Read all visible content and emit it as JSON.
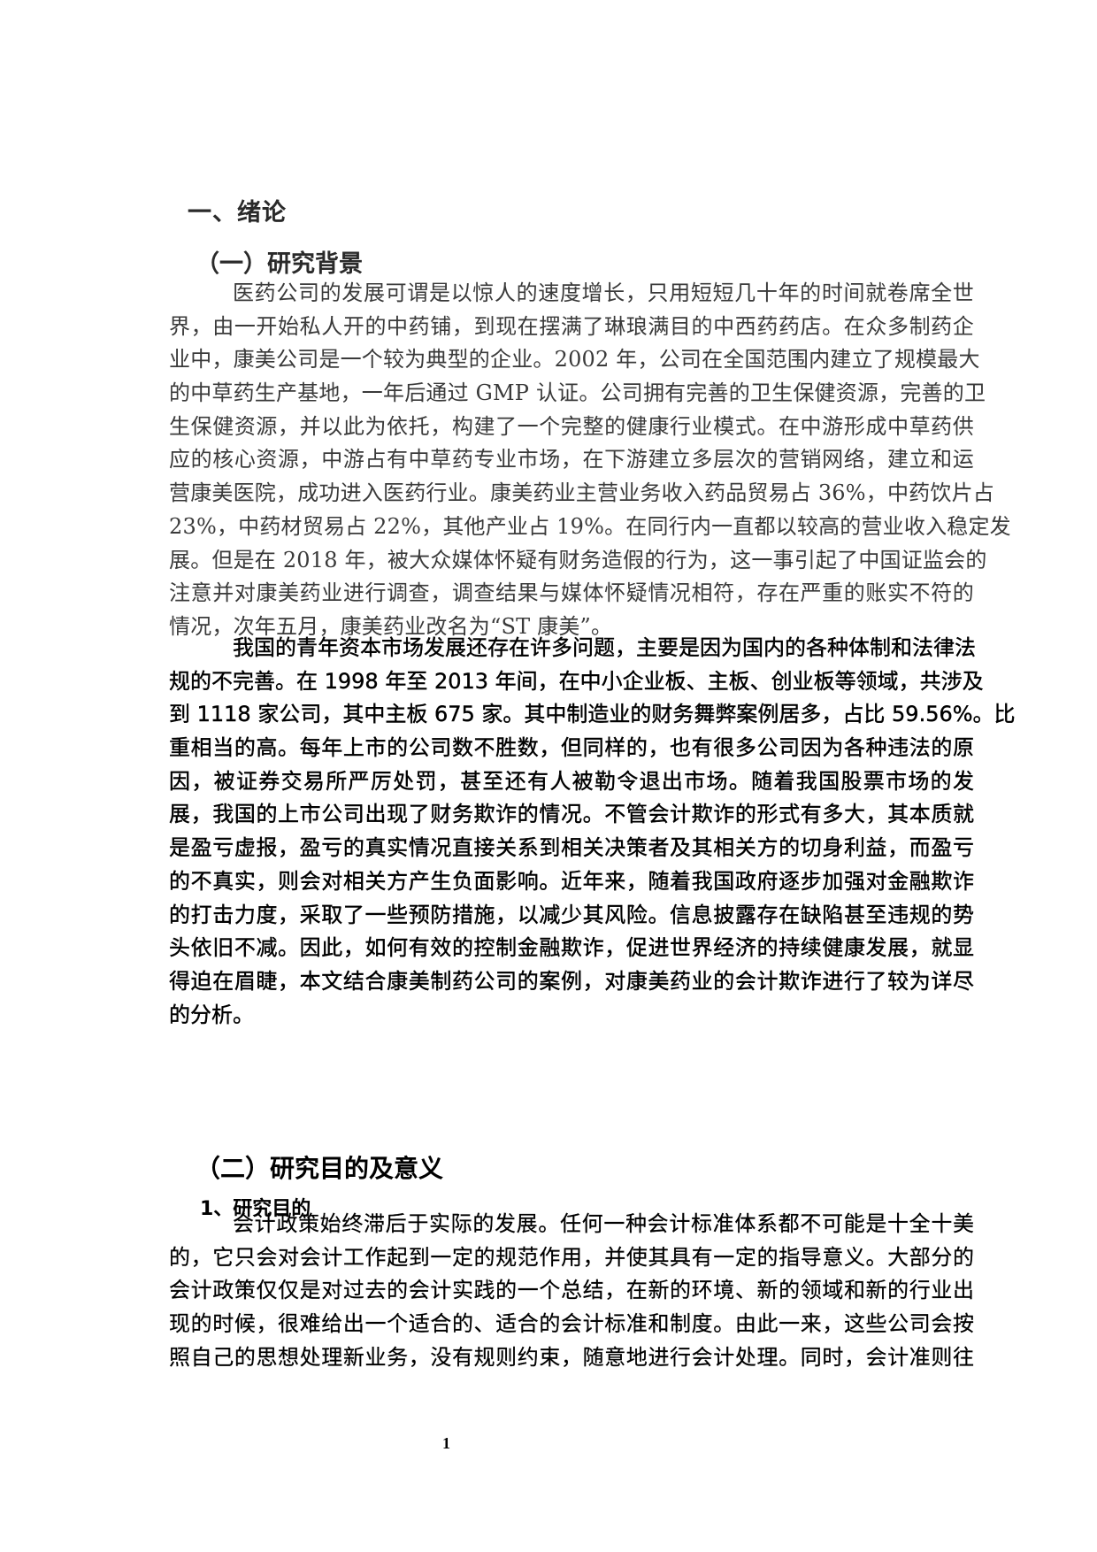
{
  "document": {
    "heading_1": "一、绪论",
    "section_1": {
      "heading": "（一）研究背景",
      "paragraphs": [
        {
          "lines": [
            "医药公司的发展可谓是以惊人的速度增长，只用短短几十年的时间就卷席全世",
            "界，由一开始私人开的中药铺，到现在摆满了琳琅满目的中西药药店。在众多制药企",
            "业中，康美公司是一个较为典型的企业。2002 年，公司在全国范围内建立了规模最大",
            "的中草药生产基地，一年后通过 GMP 认证。公司拥有完善的卫生保健资源，完善的卫",
            "生保健资源，并以此为依托，构建了一个完整的健康行业模式。在中游形成中草药供",
            "应的核心资源，中游占有中草药专业市场，在下游建立多层次的营销网络，建立和运",
            "营康美医院，成功进入医药行业。康美药业主营业务收入药品贸易占 36%，中药饮片占",
            "23%，中药材贸易占 22%，其他产业占 19%。在同行内一直都以较高的营业收入稳定发",
            "展。但是在 2018 年，被大众媒体怀疑有财务造假的行为，这一事引起了中国证监会的",
            "注意并对康美药业进行调查，调查结果与媒体怀疑情况相符，存在严重的账实不符的",
            "情况，次年五月，康美药业改名为“ST 康美”。"
          ]
        },
        {
          "lines": [
            "我国的青年资本市场发展还存在许多问题，主要是因为国内的各种体制和法律法",
            "规的不完善。在 1998 年至 2013 年间，在中小企业板、主板、创业板等领域，共涉及",
            "到 1118 家公司，其中主板 675 家。其中制造业的财务舞弊案例居多，占比 59.56%。比",
            "重相当的高。每年上市的公司数不胜数，但同样的，也有很多公司因为各种违法的原",
            "因，被证券交易所严厉处罚，甚至还有人被勒令退出市场。随着我国股票市场的发",
            "展，我国的上市公司出现了财务欺诈的情况。不管会计欺诈的形式有多大，其本质就",
            "是盈亏虚报，盈亏的真实情况直接关系到相关决策者及其相关方的切身利益，而盈亏",
            "的不真实，则会对相关方产生负面影响。近年来，随着我国政府逐步加强对金融欺诈",
            "的打击力度，采取了一些预防措施，以减少其风险。信息披露存在缺陷甚至违规的势",
            "头依旧不减。因此，如何有效的控制金融欺诈，促进世界经济的持续健康发展，就显",
            "得迫在眉睫，本文结合康美制药公司的案例，对康美药业的会计欺诈进行了较为详尽",
            "的分析。"
          ]
        }
      ]
    },
    "section_2": {
      "heading": "（二）研究目的及意义",
      "subsection_1": {
        "heading": "1、研究目的",
        "paragraphs": [
          {
            "lines": [
              "会计政策始终滞后于实际的发展。任何一种会计标准体系都不可能是十全十美",
              "的，它只会对会计工作起到一定的规范作用，并使其具有一定的指导意义。大部分的",
              "会计政策仅仅是对过去的会计实践的一个总结，在新的环境、新的领域和新的行业出",
              "现的时候，很难给出一个适合的、适合的会计标准和制度。由此一来，这些公司会按",
              "照自己的思想处理新业务，没有规则约束，随意地进行会计处理。同时，会计准则往"
            ]
          }
        ]
      }
    },
    "page_number": "1"
  }
}
